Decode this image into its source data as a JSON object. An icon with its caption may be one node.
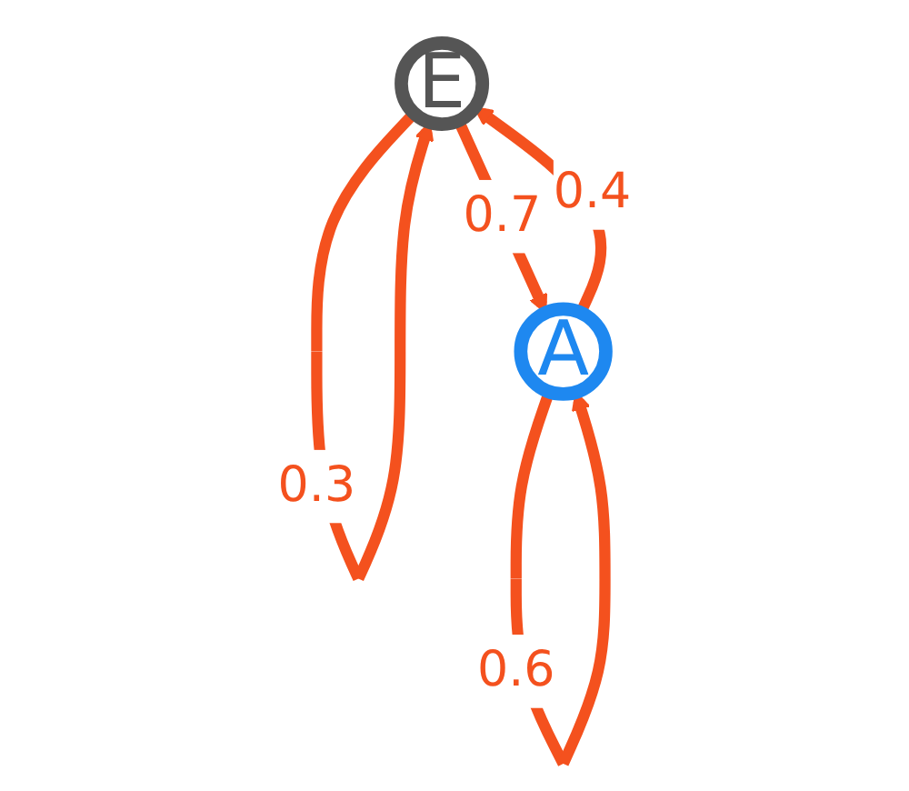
{
  "diagram": {
    "nodes": [
      {
        "text": [
          "E"
        ]
      },
      {
        "text": [
          "A"
        ]
      }
    ],
    "edges": [
      {
        "from": 0,
        "to": 0,
        "arrow": "to",
        "label": "0.3"
      },
      {
        "from": 0,
        "to": 1,
        "arrow": "to",
        "label": "0.7"
      },
      {
        "from": 1,
        "to": 0,
        "arrow": "to",
        "label": "0.4"
      },
      {
        "from": 1,
        "to": 1,
        "arrow": "to",
        "label": "0.6"
      }
    ]
  }
}
